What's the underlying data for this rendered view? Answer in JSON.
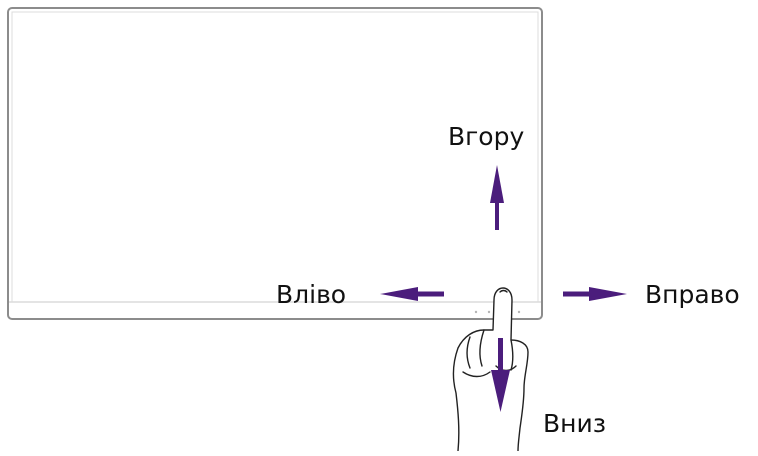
{
  "labels": {
    "up": "Вгору",
    "left": "Вліво",
    "right": "Вправо",
    "down": "Вниз"
  },
  "colors": {
    "arrow": "#4b1d7c",
    "frame": "#8c8c8c",
    "hand": "#222222"
  },
  "icons": {
    "monitor": "monitor-outline",
    "hand": "pointing-hand",
    "arrows": [
      "arrow-up",
      "arrow-left",
      "arrow-right",
      "arrow-down"
    ]
  }
}
